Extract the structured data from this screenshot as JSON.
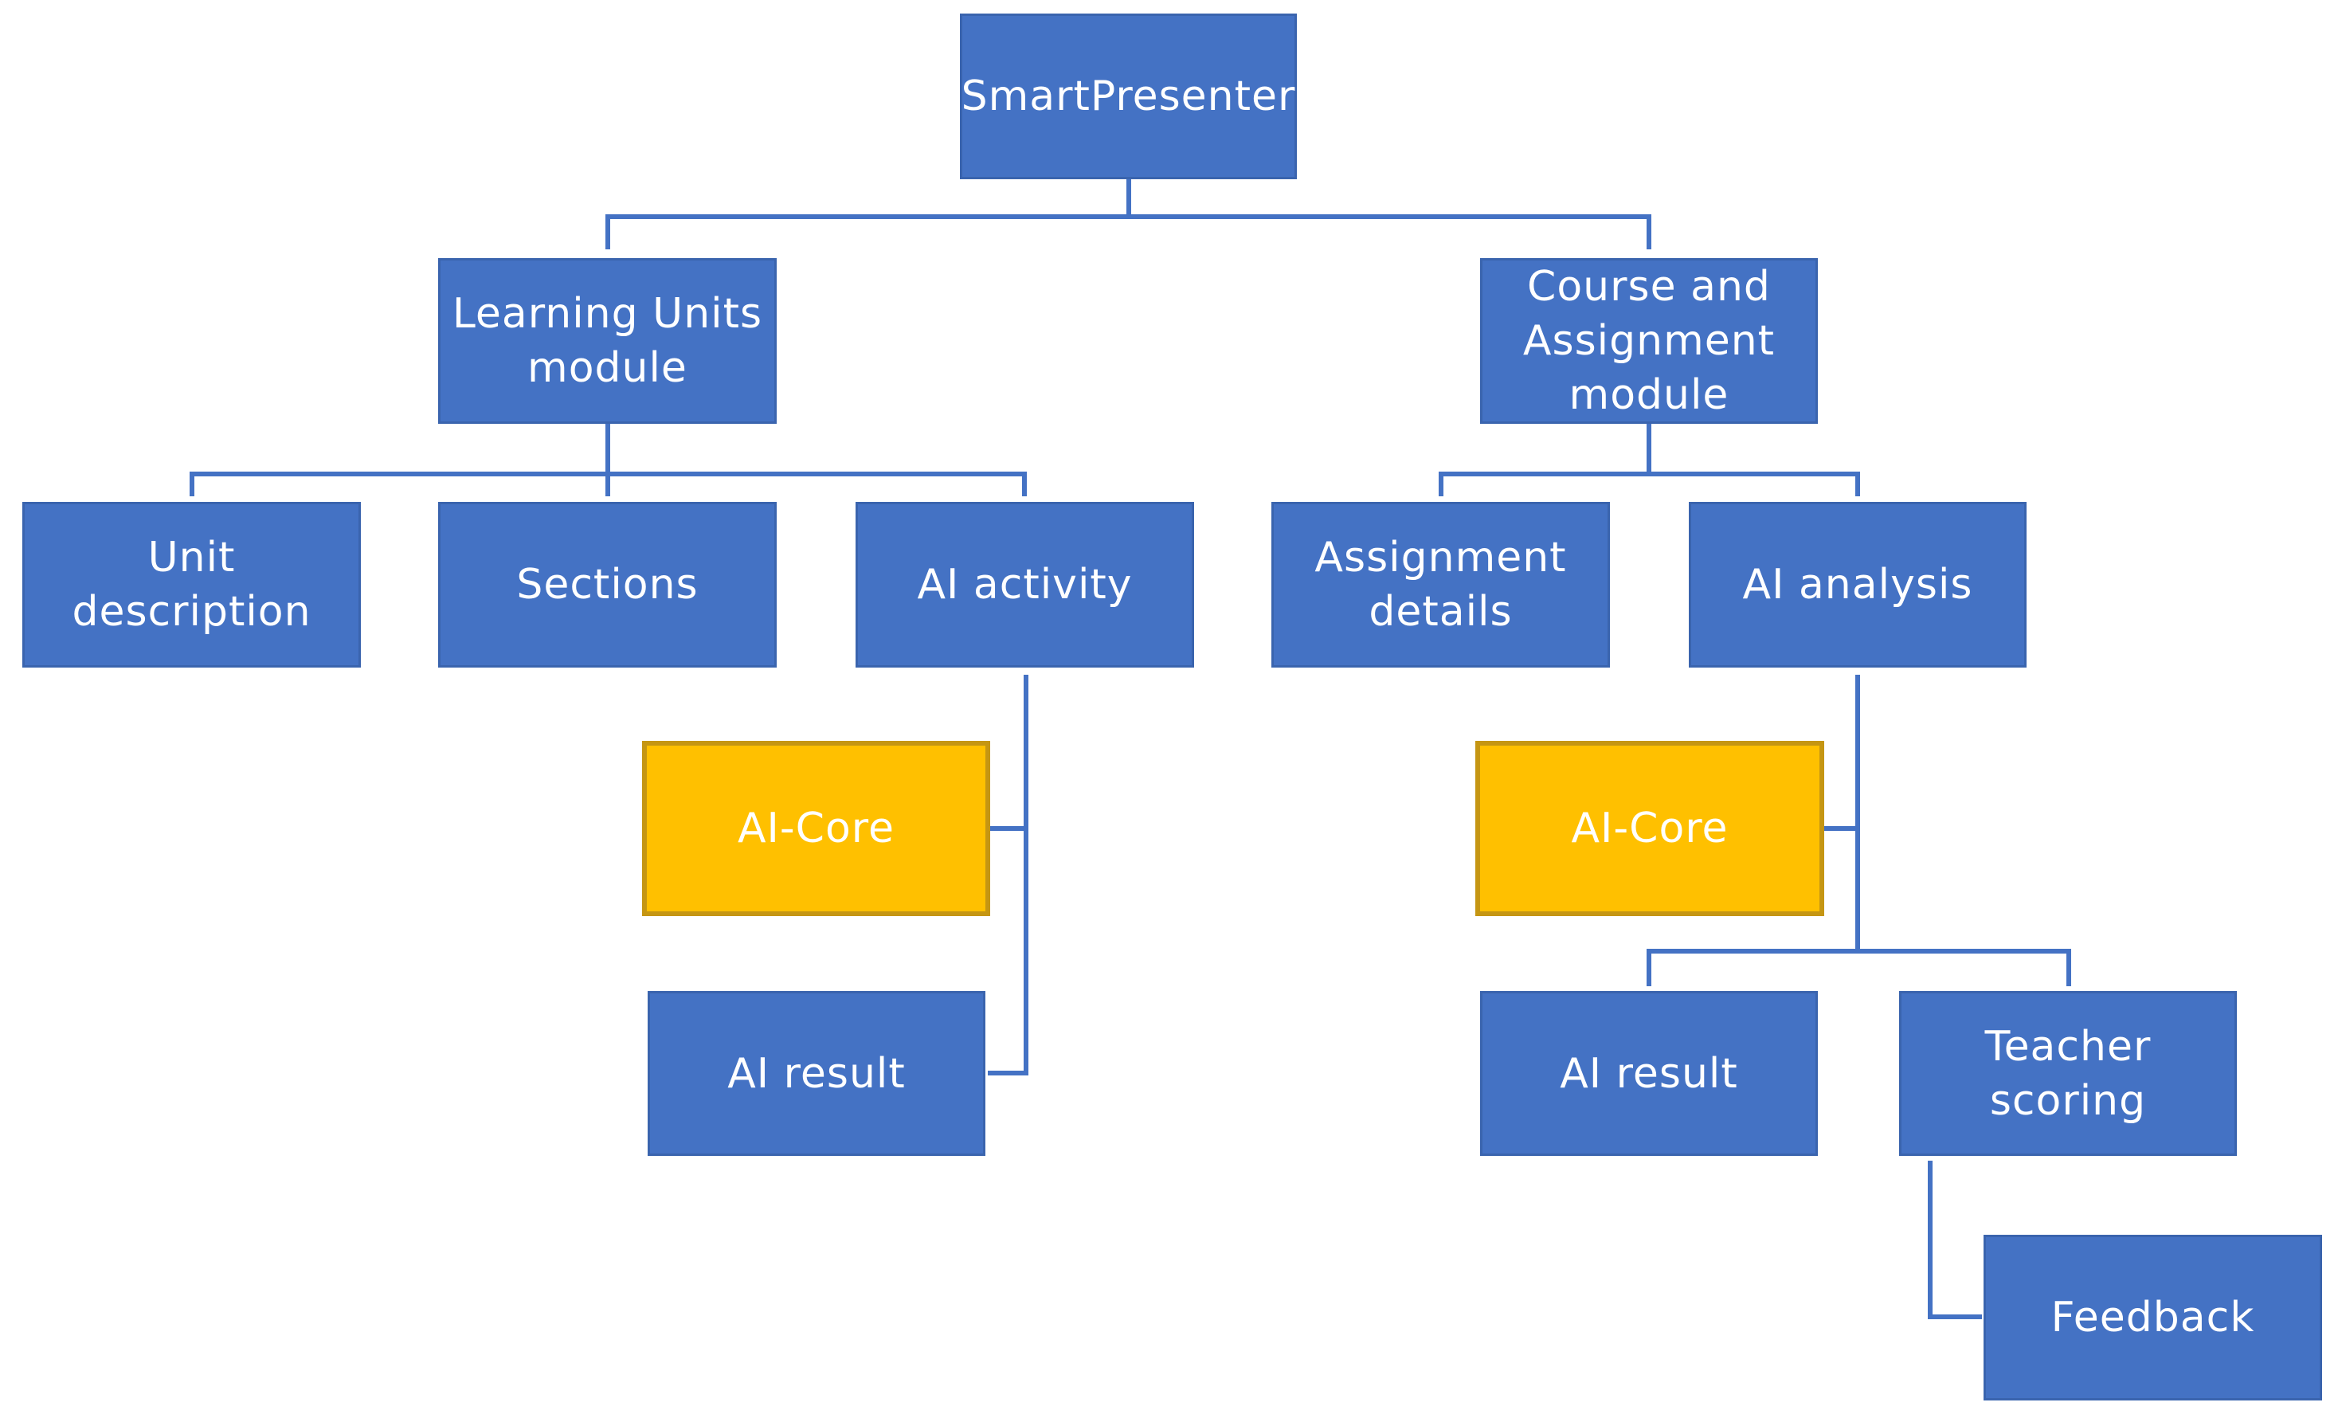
{
  "colors": {
    "module_fill": "#4472c4",
    "core_fill": "#ffc000",
    "core_border": "#c59613",
    "connector": "#4472c4",
    "text": "#ffffff"
  },
  "nodes": {
    "root": "SmartPresenter",
    "learning_units": "Learning Units\nmodule",
    "course_assignment": "Course  and\nAssignment\nmodule",
    "unit_description": "Unit description",
    "sections": "Sections",
    "ai_activity": "AI activity",
    "assignment_details": "Assignment\ndetails",
    "ai_analysis": "AI analysis",
    "ai_core_left": "AI-Core",
    "ai_result_left": "AI result",
    "ai_core_right": "AI-Core",
    "ai_result_right": "AI result",
    "teacher_scoring": "Teacher scoring",
    "feedback": "Feedback"
  }
}
